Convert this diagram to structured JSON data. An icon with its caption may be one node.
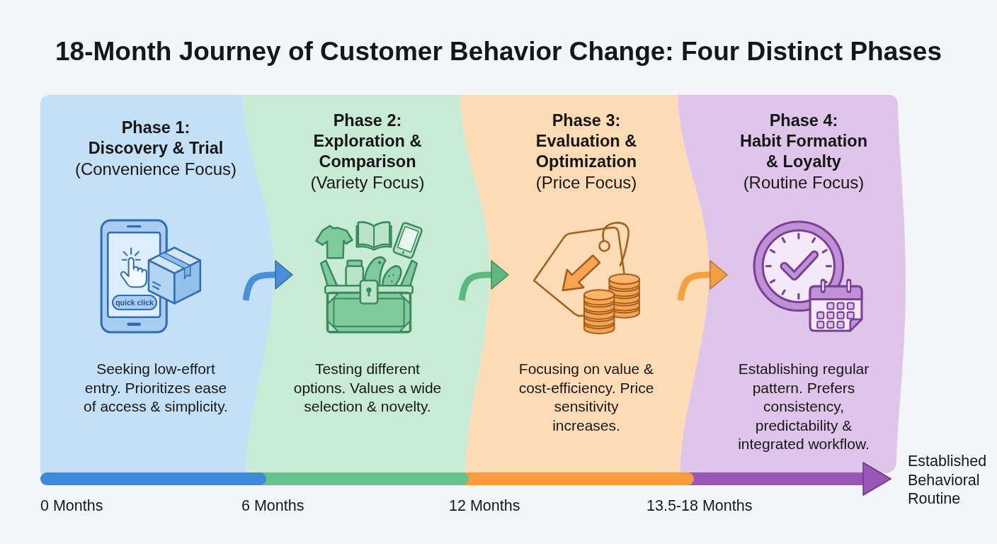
{
  "diagram": {
    "title": "18-Month Journey of Customer Behavior Change: Four Distinct Phases",
    "nodes": [
      {
        "text": [
          "Phase 1:",
          "Discovery & Trial",
          "(Convenience Focus)",
          "Seeking low-effort entry. Prioritizes ease of access & simplicity."
        ]
      },
      {
        "text": [
          "Phase 2:",
          "Exploration & Comparison",
          "(Variety Focus)",
          "Testing different options. Values a wide selection & novelty."
        ]
      },
      {
        "text": [
          "Phase 3:",
          "Evaluation & Optimization",
          "(Price Focus)",
          "Focusing on value & cost-efficiency. Price sensitivity increases."
        ]
      },
      {
        "text": [
          "Phase 4:",
          "Habit Formation & Loyalty",
          "(Routine Focus)",
          "Establishing regular pattern. Prefers consistency, predictability & integrated workflow."
        ]
      }
    ],
    "edges": [
      {
        "from": 0,
        "to": 1,
        "arrow": "to",
        "color": "#4a8fdc"
      },
      {
        "from": 1,
        "to": 2,
        "arrow": "to",
        "color": "#5cb87f"
      },
      {
        "from": 2,
        "to": 3,
        "arrow": "to",
        "color": "#f4a040"
      }
    ],
    "labels": [
      "quick click",
      "0 Months",
      "6 Months",
      "12 Months",
      "13.5-18 Months",
      "Established Behavioral Routine"
    ]
  }
}
